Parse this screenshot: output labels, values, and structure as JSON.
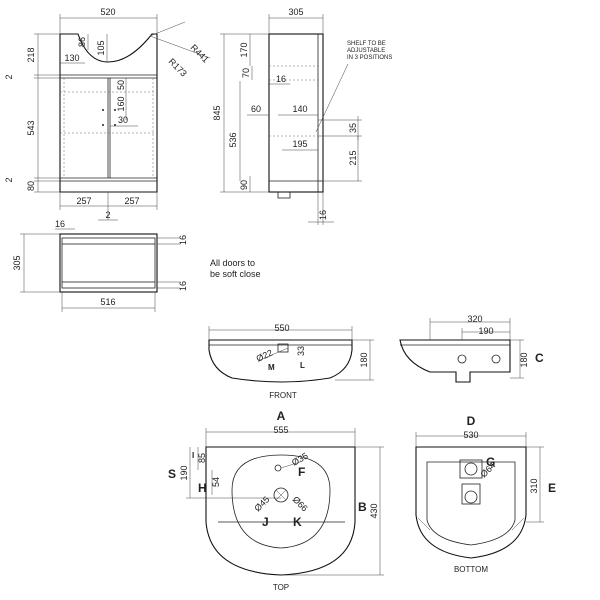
{
  "vanity_front": {
    "width": "520",
    "bowl_radius_1": "R441",
    "bowl_radius_2": "R173",
    "d_86": "86",
    "d_105": "105",
    "d_130": "130",
    "d_218": "218",
    "d_2_top": "2",
    "d_543": "543",
    "d_2_bottom": "2",
    "d_80": "80",
    "d_50": "50",
    "d_160": "160",
    "d_30": "30",
    "d_257_left": "257",
    "d_257_right": "257",
    "gap": "2"
  },
  "vanity_side": {
    "depth": "305",
    "height": "845",
    "d_170": "170",
    "d_70": "70",
    "d_16_top": "16",
    "d_60": "60",
    "d_140": "140",
    "d_536": "536",
    "d_195": "195",
    "d_35": "35",
    "d_215": "215",
    "d_90": "90",
    "d_16_bottom": "16",
    "note": "SHELF TO BE\nADJUSTABLE\nIN 3 POSITIONS"
  },
  "vanity_top": {
    "d_16_left": "16",
    "d_305": "305",
    "width": "516",
    "d_16_right_top": "16",
    "d_16_right_bottom": "16"
  },
  "soft_close_note": "All doors to\nbe soft close",
  "basin_front": {
    "width": "550",
    "height": "180",
    "d_22": "Ø22",
    "d_33": "33",
    "label_m": "M",
    "label_l": "L",
    "caption": "FRONT"
  },
  "basin_side": {
    "d_320": "320",
    "d_190": "190",
    "height": "180",
    "label_c": "C"
  },
  "basin_top": {
    "label_a": "A",
    "width": "555",
    "label_s": "S",
    "d_190": "190",
    "label_i": "I",
    "d_85": "85",
    "label_h": "H",
    "d_54": "54",
    "d_35": "Ø35",
    "label_f": "F",
    "d_45": "Ø45",
    "d_66": "Ø66",
    "label_j": "J",
    "label_k": "K",
    "label_b": "B",
    "depth": "430",
    "caption": "TOP"
  },
  "basin_bottom": {
    "label_d": "D",
    "width": "530",
    "label_g": "G",
    "d_64": "Ø64",
    "height": "310",
    "label_e": "E",
    "caption": "BOTTOM"
  }
}
